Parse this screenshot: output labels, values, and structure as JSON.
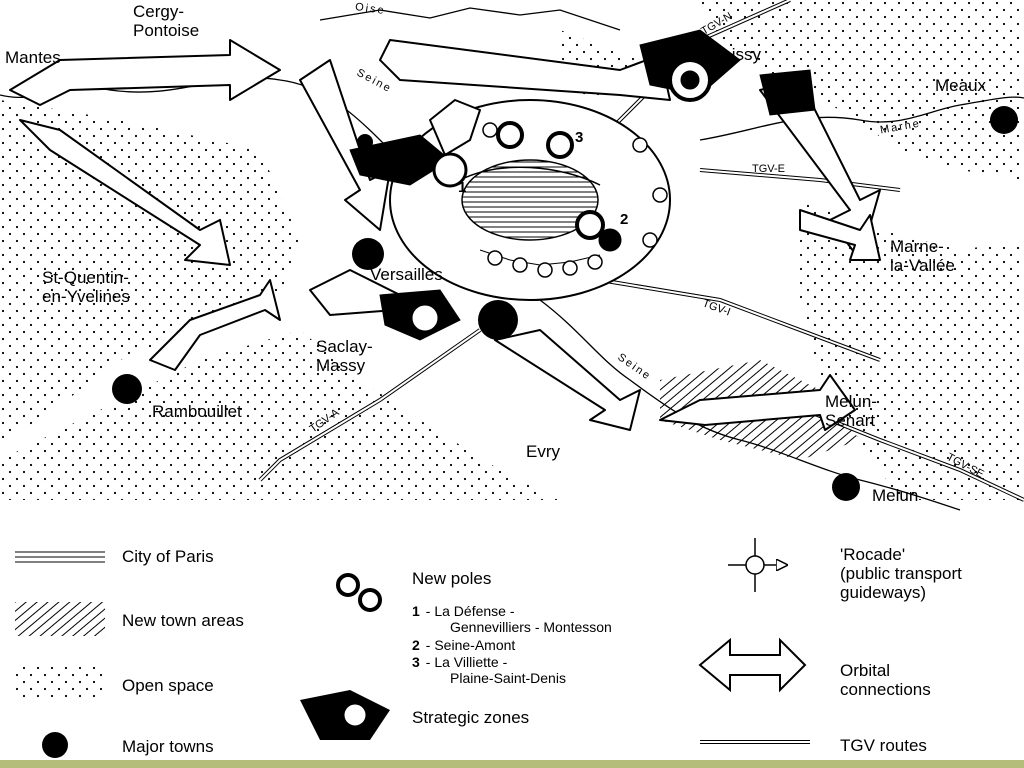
{
  "map": {
    "towns": [
      {
        "label": "Cergy-",
        "label2": "Pontoise"
      },
      {
        "label": "Mantes"
      },
      {
        "label": "Roissy"
      },
      {
        "label": "Meaux"
      },
      {
        "label": "Marne-",
        "label2": "la-Vallée"
      },
      {
        "label": "St-Quentin-",
        "label2": "en-Yvelines"
      },
      {
        "label": "Versailles"
      },
      {
        "label": "Saclay-",
        "label2": "Massy"
      },
      {
        "label": "Rambouillet"
      },
      {
        "label": "Evry"
      },
      {
        "label": "Melun-",
        "label2": "Senart"
      },
      {
        "label": "Melun"
      }
    ],
    "rivers": {
      "oise": "Oise",
      "seine_north": "Seine",
      "marne": "Marne",
      "seine_south": "Seine"
    },
    "tgv_routes": {
      "north": "TGV-N",
      "east": "TGV-E",
      "interconnection": "TGV-I",
      "atlantique": "TGV-A",
      "southeast": "TGV-SE"
    },
    "pole_numbers": {
      "one": "1",
      "two": "2",
      "three": "3"
    }
  },
  "legend": {
    "city_of_paris": "City of Paris",
    "new_town_areas": "New town areas",
    "open_space": "Open space",
    "major_towns": "Major towns",
    "new_poles": "New poles",
    "poles": [
      {
        "num": "1",
        "line1": "- La Défense -",
        "line2": "Gennevilliers - Montesson"
      },
      {
        "num": "2",
        "line1": "- Seine-Amont"
      },
      {
        "num": "3",
        "line1": "- La Villiette -",
        "line2": "Plaine-Saint-Denis"
      }
    ],
    "strategic_zones": "Strategic zones",
    "rocade_line1": "'Rocade'",
    "rocade_line2": "(public transport",
    "rocade_line3": "guideways)",
    "orbital_line1": "Orbital",
    "orbital_line2": "connections",
    "tgv_routes": "TGV routes"
  },
  "colors": {
    "ink": "#000000",
    "paper": "#ffffff",
    "footer_bar": "#b5bd7a"
  }
}
